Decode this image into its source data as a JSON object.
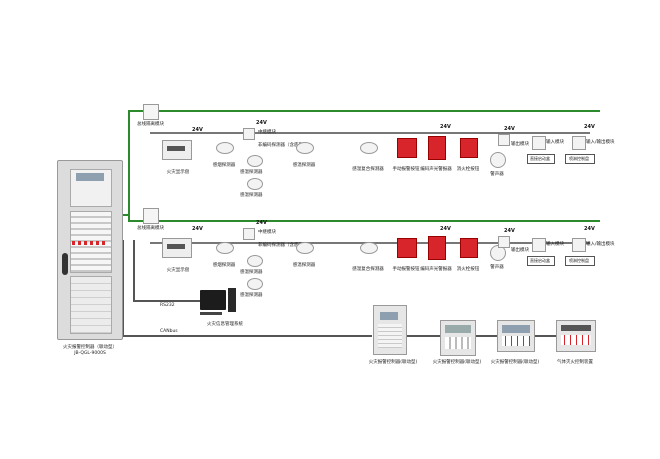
{
  "main_panel": {
    "label_line1": "火灾报警控制器（联动型）",
    "label_line2": "JB-QGL-9000S"
  },
  "voltage": "24V",
  "loop1": {
    "module_top": "总线隔离模块",
    "devices": {
      "display": "火灾显示盘",
      "smoke": "感烟探测器",
      "combo": "中继模块",
      "combo2": "非编码探测器（含底座）",
      "heat": "感温探测器",
      "heat2": "感温探测器",
      "composite": "感温复合探测器",
      "manual": "手动报警按钮",
      "alarm": "编码声光警报器",
      "hydrant": "消火栓按钮",
      "siren": "警声器",
      "output": "输出模块",
      "io_mod": "输入模块",
      "io_mod2": "输入/输出模块",
      "start_box": "直接启动盒",
      "valve": "喷淋控制盘"
    },
    "line_label": "总线隔离模块"
  },
  "loop2": {
    "module_top": "总线隔离模块",
    "devices": {
      "display": "火灾显示盘",
      "smoke": "感烟探测器",
      "combo": "中继模块",
      "combo2": "非编码探测器（含底座）",
      "heat": "感温探测器",
      "heat2": "感温探测器",
      "composite": "感温复合探测器",
      "manual": "手动报警按钮",
      "alarm": "编码声光警报器",
      "hydrant": "消火栓按钮",
      "siren": "警声器",
      "output": "输出模块",
      "io_mod": "输入模块",
      "io_mod2": "输入/输出模块",
      "start_box": "直接启动盒",
      "valve": "喷淋控制盘"
    }
  },
  "rs232": "RS232",
  "can": "CANbus",
  "pc": "火灾信息管理系统",
  "bottom": {
    "c1": "火灾报警控制器(联动型)",
    "c2": "火灾报警控制器(联动型)",
    "c3": "火灾报警控制器(联动型)",
    "c4": "气体灭火控制装置"
  },
  "colors": {
    "wire": "#2c8a2c",
    "red": "#d8252b",
    "panel": "#e6e6e6"
  }
}
